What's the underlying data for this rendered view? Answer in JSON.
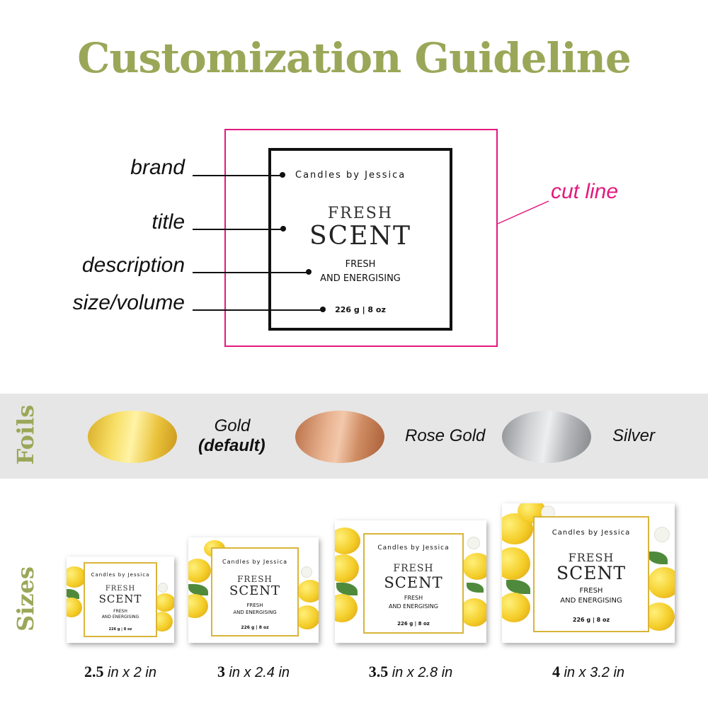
{
  "header": {
    "title": "Customization Guideline"
  },
  "guide": {
    "annotations": {
      "brand": "brand",
      "title": "title",
      "description": "description",
      "size": "size/volume",
      "cut": "cut line"
    },
    "label": {
      "brand": "Candles by Jessica",
      "title_line1": "FRESH",
      "title_line2": "SCENT",
      "desc_line1": "FRESH",
      "desc_line2": "AND ENERGISING",
      "size": "226 g | 8 oz"
    }
  },
  "foils": {
    "heading": "Foils",
    "items": [
      {
        "name": "Gold",
        "note": "(default)",
        "color": "#e9c13a"
      },
      {
        "name": "Rose Gold",
        "note": "",
        "color": "#cf8c63"
      },
      {
        "name": "Silver",
        "note": "",
        "color": "#b4b6b9"
      }
    ]
  },
  "sizes": {
    "heading": "Sizes",
    "items": [
      {
        "num": "2.5",
        "unit": "in x 2 in"
      },
      {
        "num": "3",
        "unit": "in x 2.4 in"
      },
      {
        "num": "3.5",
        "unit": "in x 2.8 in"
      },
      {
        "num": "4",
        "unit": "in x 3.2 in"
      }
    ]
  },
  "colors": {
    "accent_green": "#9ba758",
    "cut_pink": "#e4197d",
    "band_gray": "#e6e6e6"
  }
}
